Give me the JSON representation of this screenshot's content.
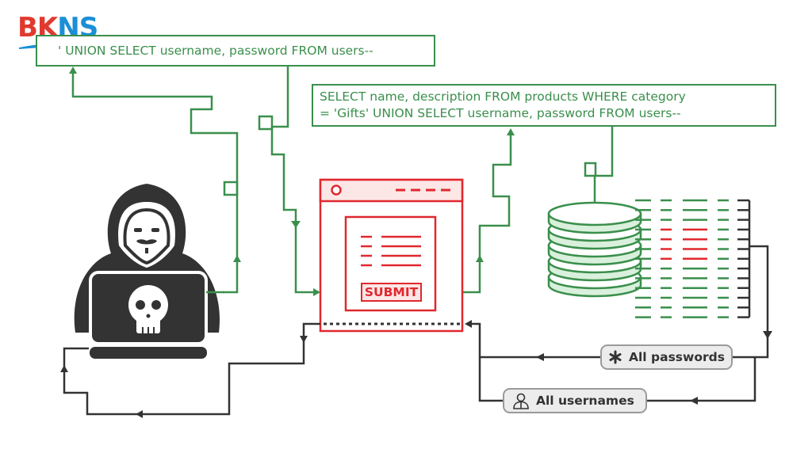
{
  "logo": {
    "part1": "BK",
    "part2": "NS",
    "colors": {
      "red": "#e03a2f",
      "blue": "#1b8fd6"
    }
  },
  "queries": {
    "injected_payload": "' UNION SELECT username, password FROM users--",
    "full_query_line1": "SELECT name, description FROM products WHERE category",
    "full_query_line2": "= 'Gifts' UNION SELECT username, password FROM users--"
  },
  "web_form": {
    "submit_label": "SUBMIT",
    "icons": [
      "browser-window-icon",
      "form-lines-icon"
    ]
  },
  "attacker": {
    "icons": [
      "hooded-hacker-icon",
      "laptop-icon",
      "skull-icon"
    ]
  },
  "database": {
    "icon": "database-stack-icon",
    "table_rows": 13,
    "highlighted_rows": [
      3,
      4,
      5,
      6
    ]
  },
  "results": {
    "passwords": {
      "label": "All passwords",
      "icon": "asterisk-icon"
    },
    "usernames": {
      "label": "All usernames",
      "icon": "user-icon"
    }
  },
  "colors": {
    "green": "#3a8f4c",
    "red": "#e0282d",
    "dark": "#333333",
    "db_fill": "#d9f0dc"
  }
}
